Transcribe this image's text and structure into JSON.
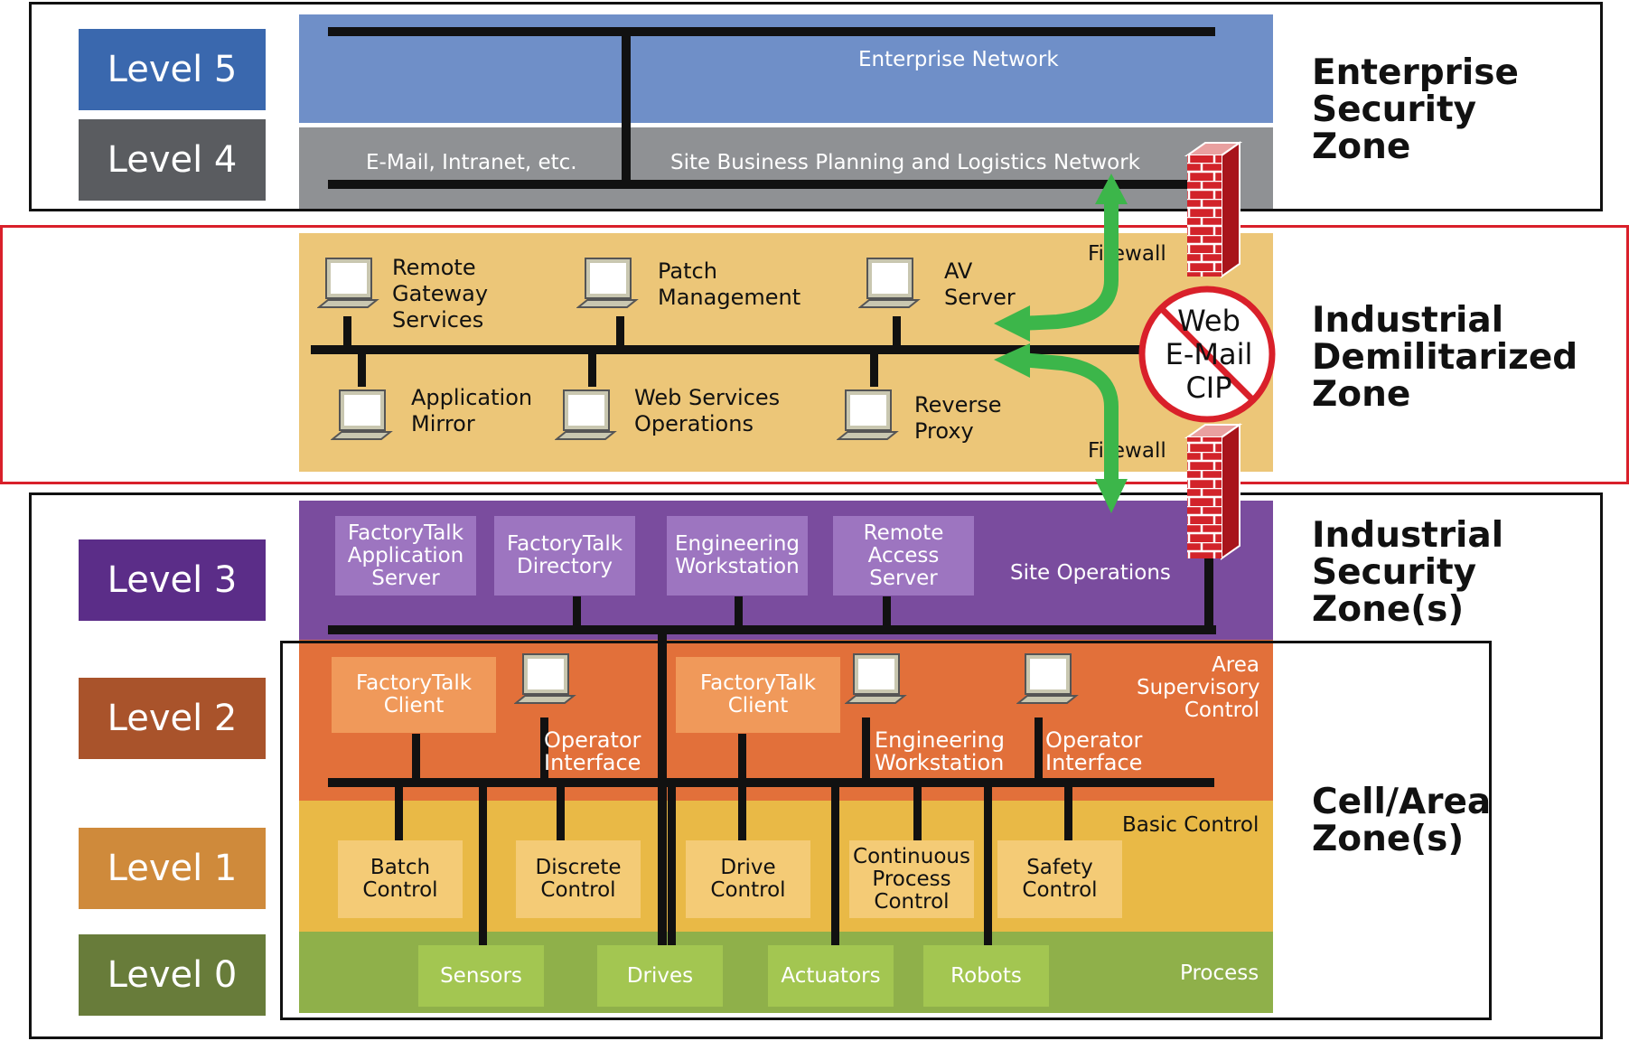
{
  "levels": {
    "level5": "Level 5",
    "level4": "Level 4",
    "level3": "Level 3",
    "level2": "Level 2",
    "level1": "Level 1",
    "level0": "Level 0"
  },
  "zones": {
    "enterprise": "Enterprise\nSecurity\nZone",
    "dmz": "Industrial\nDemilitarized\nZone",
    "industrial": "Industrial\nSecurity\nZone(s)",
    "cell_area": "Cell/Area\nZone(s)"
  },
  "networks": {
    "enterprise_network": "Enterprise Network",
    "email_intranet": "E-Mail, Intranet, etc.",
    "site_business": "Site Business Planning and Logistics Network",
    "site_operations": "Site Operations",
    "area_supervisory": "Area\nSupervisory\nControl",
    "basic_control": "Basic Control",
    "process": "Process"
  },
  "firewall": {
    "upper_label": "Firewall",
    "lower_label": "Firewall",
    "blocked": [
      "Web",
      "E-Mail",
      "CIP"
    ]
  },
  "dmz_nodes": {
    "remote_gateway": "Remote\nGateway\nServices",
    "patch_management": "Patch\nManagement",
    "av_server": "AV\nServer",
    "application_mirror": "Application\nMirror",
    "web_services": "Web Services\nOperations",
    "reverse_proxy": "Reverse\nProxy"
  },
  "level3_boxes": {
    "ft_app_server": "FactoryTalk\nApplication\nServer",
    "ft_directory": "FactoryTalk\nDirectory",
    "eng_workstation": "Engineering\nWorkstation",
    "remote_access": "Remote\nAccess\nServer"
  },
  "level2_nodes": {
    "ft_client_1": "FactoryTalk\nClient",
    "operator_interface_1": "Operator\nInterface",
    "ft_client_2": "FactoryTalk\nClient",
    "eng_workstation": "Engineering\nWorkstation",
    "operator_interface_2": "Operator\nInterface"
  },
  "level1_boxes": {
    "batch": "Batch\nControl",
    "discrete": "Discrete\nControl",
    "drive": "Drive\nControl",
    "continuous": "Continuous\nProcess\nControl",
    "safety": "Safety\nControl"
  },
  "level0_boxes": {
    "sensors": "Sensors",
    "drives": "Drives",
    "actuators": "Actuators",
    "robots": "Robots"
  },
  "colors": {
    "level5": "#3a68ae",
    "level4": "#5a5c60",
    "level3": "#5b2d88",
    "level2": "#a9532b",
    "level1": "#cf8a3b",
    "level0": "#687c3a",
    "band_enterprise": "#6f8fc8",
    "band_site_business": "#8f9194",
    "band_dmz": "#ecc678",
    "band_level3": "#7a4c9e",
    "band_level2": "#e2703a",
    "band_level1": "#e9b946",
    "band_level0": "#8fb04a",
    "arrow": "#3cb64a",
    "firewall_brick": "#d2232a",
    "dmz_border": "#d9202a"
  }
}
